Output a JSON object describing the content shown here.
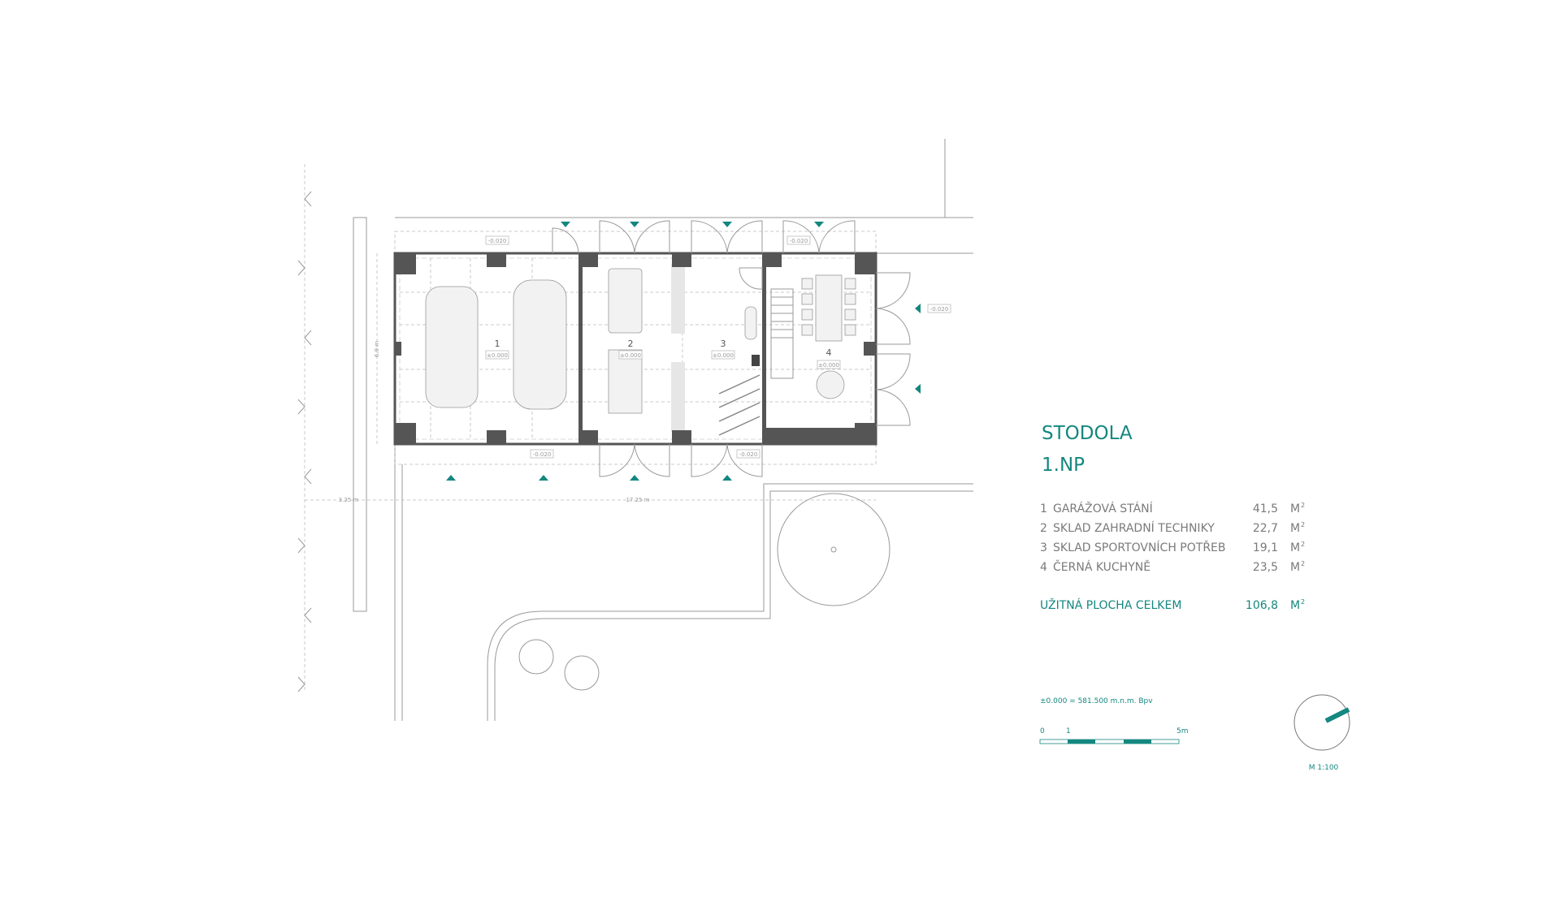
{
  "title": "STODOLA",
  "subtitle": "1.NP",
  "rooms": [
    {
      "num": "1",
      "name": "GARÁŽOVÁ STÁNÍ",
      "area": "41,5",
      "unit": "M",
      "sup": "2"
    },
    {
      "num": "2",
      "name": "SKLAD ZAHRADNÍ TECHNIKY",
      "area": "22,7",
      "unit": "M",
      "sup": "2"
    },
    {
      "num": "3",
      "name": "SKLAD SPORTOVNÍCH POTŘEB",
      "area": "19,1",
      "unit": "M",
      "sup": "2"
    },
    {
      "num": "4",
      "name": "ČERNÁ KUCHYNĚ",
      "area": "23,5",
      "unit": "M",
      "sup": "2"
    }
  ],
  "total": {
    "label": "UŽITNÁ PLOCHA CELKEM",
    "area": "106,8",
    "unit": "M",
    "sup": "2"
  },
  "elevation_note": "±0.000 = 581.500 m.n.m. Bpv",
  "scale_bar": {
    "labels": [
      "0",
      "1",
      "5m"
    ]
  },
  "scale": "M 1:100",
  "dimensions": {
    "left": "3.25 m",
    "width": "17.25 m",
    "depth": "6.9 m"
  },
  "levels": {
    "outside": "-0.020",
    "inside": "±0.000"
  },
  "colors": {
    "accent": "#14877f",
    "wall": "#555555",
    "line": "#999999"
  }
}
